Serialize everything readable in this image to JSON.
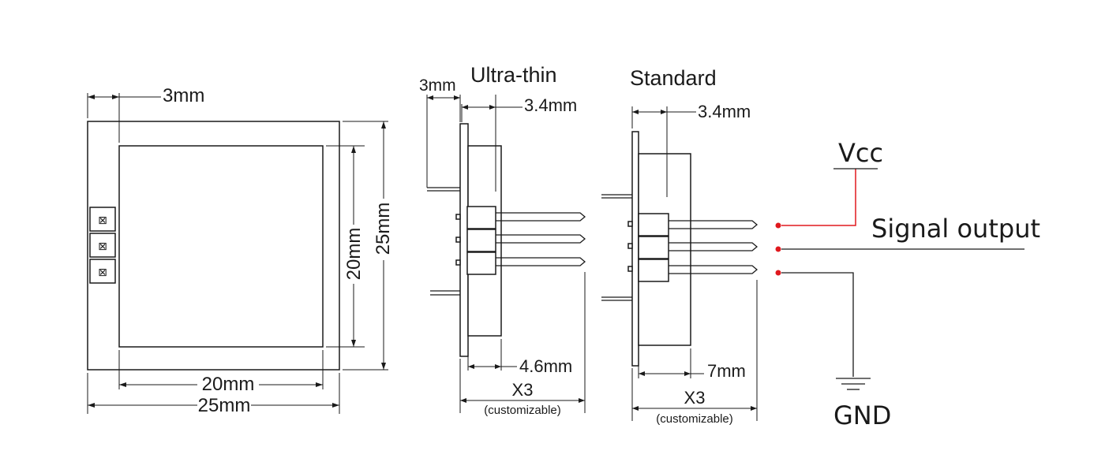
{
  "front": {
    "dim_3mm": "3mm",
    "dim_20mm_w": "20mm",
    "dim_25mm_w": "25mm",
    "dim_20mm_h": "20mm",
    "dim_25mm_h": "25mm",
    "pad_mark": "⊠"
  },
  "ultra": {
    "title": "Ultra-thin",
    "dim_3mm": "3mm",
    "dim_34mm": "3.4mm",
    "dim_46mm": "4.6mm",
    "x3": "X3",
    "custom": "(customizable)"
  },
  "standard": {
    "title": "Standard",
    "dim_34mm": "3.4mm",
    "dim_7mm": "7mm",
    "x3": "X3",
    "custom": "(customizable)"
  },
  "wiring": {
    "vcc": "Vcc",
    "signal": "Signal output",
    "gnd": "GND",
    "vcc_color": "#e0191e"
  }
}
